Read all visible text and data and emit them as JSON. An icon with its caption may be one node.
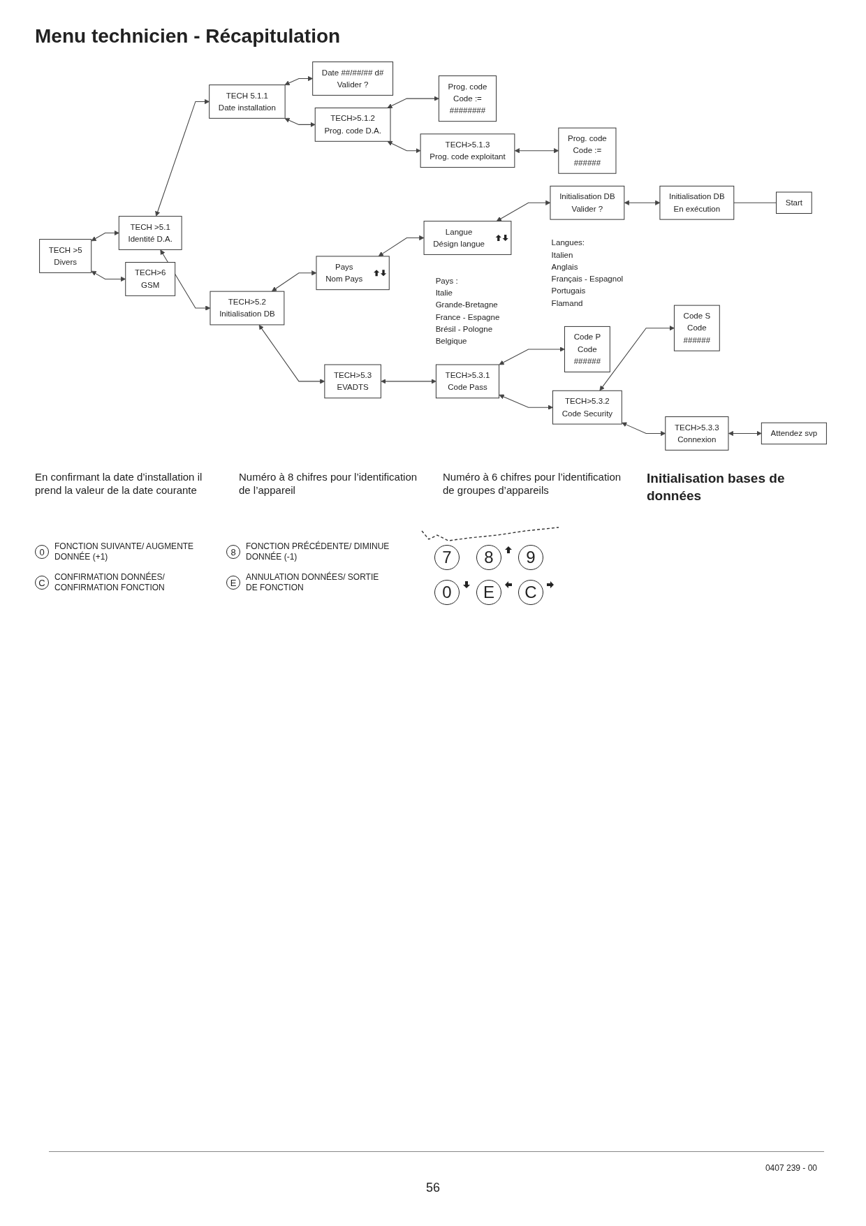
{
  "diagram": {
    "title": "Menu technicien - Récapitulation",
    "nodes": [
      {
        "text": [
          "TECH >5",
          "Divers"
        ]
      },
      {
        "text": [
          "TECH >5.1",
          "Identité D.A."
        ]
      },
      {
        "text": [
          "TECH 5.1.1",
          "Date installation"
        ]
      },
      {
        "text": [
          "Date ##/##/## d#",
          "Valider ?"
        ]
      },
      {
        "text": [
          "TECH>5.1.2",
          "Prog. code D.A."
        ]
      },
      {
        "text": [
          "Prog. code",
          "Code :=",
          "########"
        ]
      },
      {
        "text": [
          "TECH>5.1.3",
          "Prog. code exploitant"
        ]
      },
      {
        "text": [
          "Prog. code",
          "Code :=",
          "######"
        ]
      },
      {
        "text": [
          "TECH>5.2",
          "Initialisation DB"
        ]
      },
      {
        "text": [
          "Pays",
          "Nom Pays"
        ],
        "beside": [
          "Pays :",
          "Italie",
          "Grande-Bretagne",
          "France - Espagne",
          "Brésil - Pologne",
          "Belgique"
        ]
      },
      {
        "text": [
          "Langue",
          "Désign langue"
        ],
        "beside": [
          "Langues:",
          "Italien",
          "Anglais",
          "Français - Espagnol",
          "Portugais",
          "Flamand"
        ]
      },
      {
        "text": [
          "Initialisation DB",
          "Valider ?"
        ]
      },
      {
        "text": [
          "Initialisation DB",
          "En exécution"
        ]
      },
      {
        "text": [
          "Start"
        ]
      },
      {
        "text": [
          "TECH>5.3",
          "EVADTS"
        ]
      },
      {
        "text": [
          "TECH>5.3.1",
          "Code Pass"
        ]
      },
      {
        "text": [
          "Code P",
          "Code",
          "######"
        ]
      },
      {
        "text": [
          "TECH>5.3.2",
          "Code Security"
        ]
      },
      {
        "text": [
          "Code S",
          "Code",
          "######"
        ]
      },
      {
        "text": [
          "TECH>5.3.3",
          "Connexion"
        ]
      },
      {
        "text": [
          "Attendez svp"
        ]
      },
      {
        "text": [
          "TECH>6",
          "GSM"
        ]
      }
    ],
    "edges": [
      {
        "from": 0,
        "to": 1,
        "arrow": "both"
      },
      {
        "from": 0,
        "to": 21,
        "arrow": "both"
      },
      {
        "from": 1,
        "to": 2,
        "arrow": "both"
      },
      {
        "from": 1,
        "to": 8,
        "arrow": "both"
      },
      {
        "from": 2,
        "to": 3,
        "arrow": "both"
      },
      {
        "from": 2,
        "to": 4,
        "arrow": "both"
      },
      {
        "from": 4,
        "to": 5,
        "arrow": "both"
      },
      {
        "from": 4,
        "to": 6,
        "arrow": "both"
      },
      {
        "from": 6,
        "to": 7,
        "arrow": "both"
      },
      {
        "from": 8,
        "to": 9,
        "arrow": "both"
      },
      {
        "from": 8,
        "to": 14,
        "arrow": "both"
      },
      {
        "from": 9,
        "to": 10,
        "arrow": "both"
      },
      {
        "from": 10,
        "to": 11,
        "arrow": "both"
      },
      {
        "from": 11,
        "to": 12,
        "arrow": "both"
      },
      {
        "from": 12,
        "to": 13,
        "arrow": "none"
      },
      {
        "from": 14,
        "to": 15,
        "arrow": "both"
      },
      {
        "from": 15,
        "to": 16,
        "arrow": "both"
      },
      {
        "from": 15,
        "to": 17,
        "arrow": "both"
      },
      {
        "from": 17,
        "to": 18,
        "arrow": "both"
      },
      {
        "from": 17,
        "to": 19,
        "arrow": "both"
      },
      {
        "from": 19,
        "to": 20,
        "arrow": "both"
      }
    ],
    "labels": [
      "En confirmant la date d’installation il prend la valeur de la date courante",
      "Numéro à 8 chifres pour l’identification de l’appareil",
      "Numéro à 6 chifres pour l’identification de groupes d’appareils",
      "Initialisation bases de données",
      "0",
      "8",
      "C",
      "E",
      "7",
      "8",
      "9",
      "0",
      "E",
      "C",
      "56",
      "0407 239 - 00"
    ],
    "legend": [
      {
        "text": "FONCTION SUIVANTE/ AUGMENTE DONNÉE (+1)"
      },
      {
        "text": "FONCTION PRÉCÉDENTE/ DIMINUE DONNÉE (-1)"
      },
      {
        "text": "CONFIRMATION DONNÉES/ CONFIRMATION FONCTION"
      },
      {
        "text": "ANNULATION DONNÉES/ SORTIE DE FONCTION"
      }
    ]
  }
}
